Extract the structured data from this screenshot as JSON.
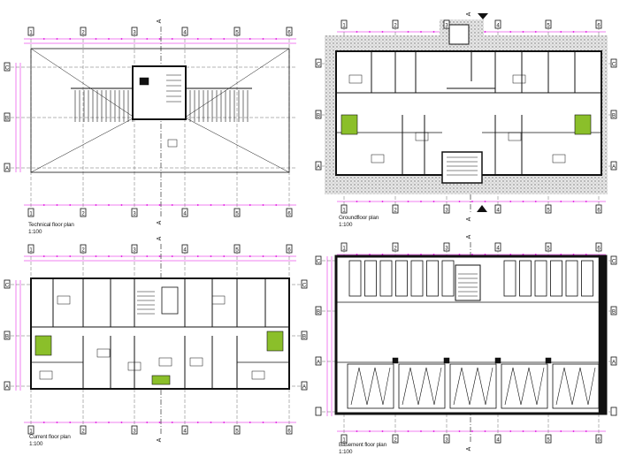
{
  "plans": [
    {
      "id": "technical",
      "title": "Technical floor plan",
      "scale": "1:100"
    },
    {
      "id": "ground",
      "title": "Groundfloor plan",
      "scale": "1:100"
    },
    {
      "id": "current",
      "title": "Current floor plan",
      "scale": "1:100"
    },
    {
      "id": "basement",
      "title": "Basement floor plan",
      "scale": "1:100"
    }
  ],
  "grid_columns": [
    "1",
    "2",
    "3",
    "4",
    "5",
    "6"
  ],
  "grid_rows": [
    "A",
    "B",
    "C"
  ],
  "section_mark": "A",
  "colors": {
    "line": "#111111",
    "dimension": "#e000e0",
    "hatch": "#888888",
    "furniture_accent": "#8bbf2a"
  }
}
